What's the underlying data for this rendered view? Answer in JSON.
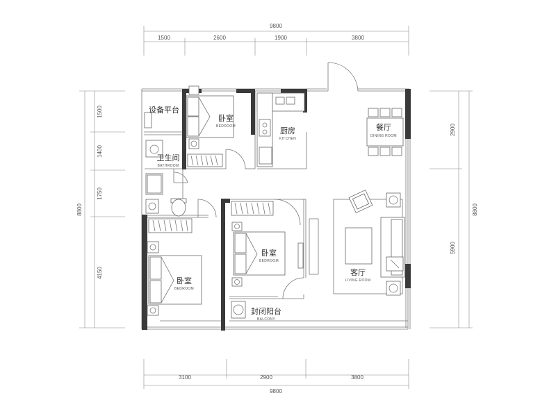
{
  "dimensions": {
    "top_total": "9800",
    "top_segments": [
      "1500",
      "2600",
      "1900",
      "3800"
    ],
    "bottom_segments": [
      "3100",
      "2900",
      "3800"
    ],
    "bottom_total": "9800",
    "left_total": "8800",
    "left_segments": [
      "1500",
      "1400",
      "1750",
      "4150"
    ],
    "right_total": "8800",
    "right_segments": [
      "2900",
      "5900"
    ]
  },
  "rooms": {
    "equipment_platform": {
      "cn": "设备平台"
    },
    "bedroom_top": {
      "cn": "卧室",
      "en": "BEDROOM"
    },
    "kitchen": {
      "cn": "厨房",
      "en": "KITCHEN"
    },
    "dining": {
      "cn": "餐厅",
      "en": "DINING ROOM"
    },
    "bathroom": {
      "cn": "卫生间",
      "en": "BATHROOM"
    },
    "bedroom_middle": {
      "cn": "卧室",
      "en": "BEDROOM"
    },
    "bedroom_left": {
      "cn": "卧室",
      "en": "BEDROOM"
    },
    "living": {
      "cn": "客厅",
      "en": "LIVING ROOM"
    },
    "balcony": {
      "cn": "封闭阳台",
      "en": "BALCONY"
    }
  }
}
